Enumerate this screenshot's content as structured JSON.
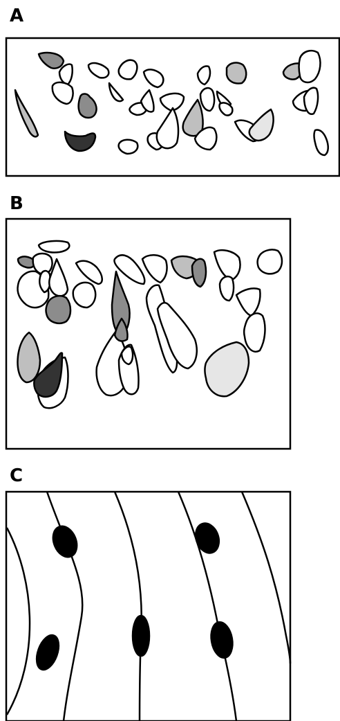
{
  "panels": {
    "a": {
      "label": "A"
    },
    "b": {
      "label": "B"
    },
    "c": {
      "label": "C"
    }
  },
  "colors": {
    "outline": "#000000",
    "white": "#ffffff",
    "very_light_gray": "#e6e6e6",
    "light_gray": "#bfbfbf",
    "mid_gray": "#8c8c8c",
    "dark_gray": "#333333",
    "black": "#000000"
  }
}
